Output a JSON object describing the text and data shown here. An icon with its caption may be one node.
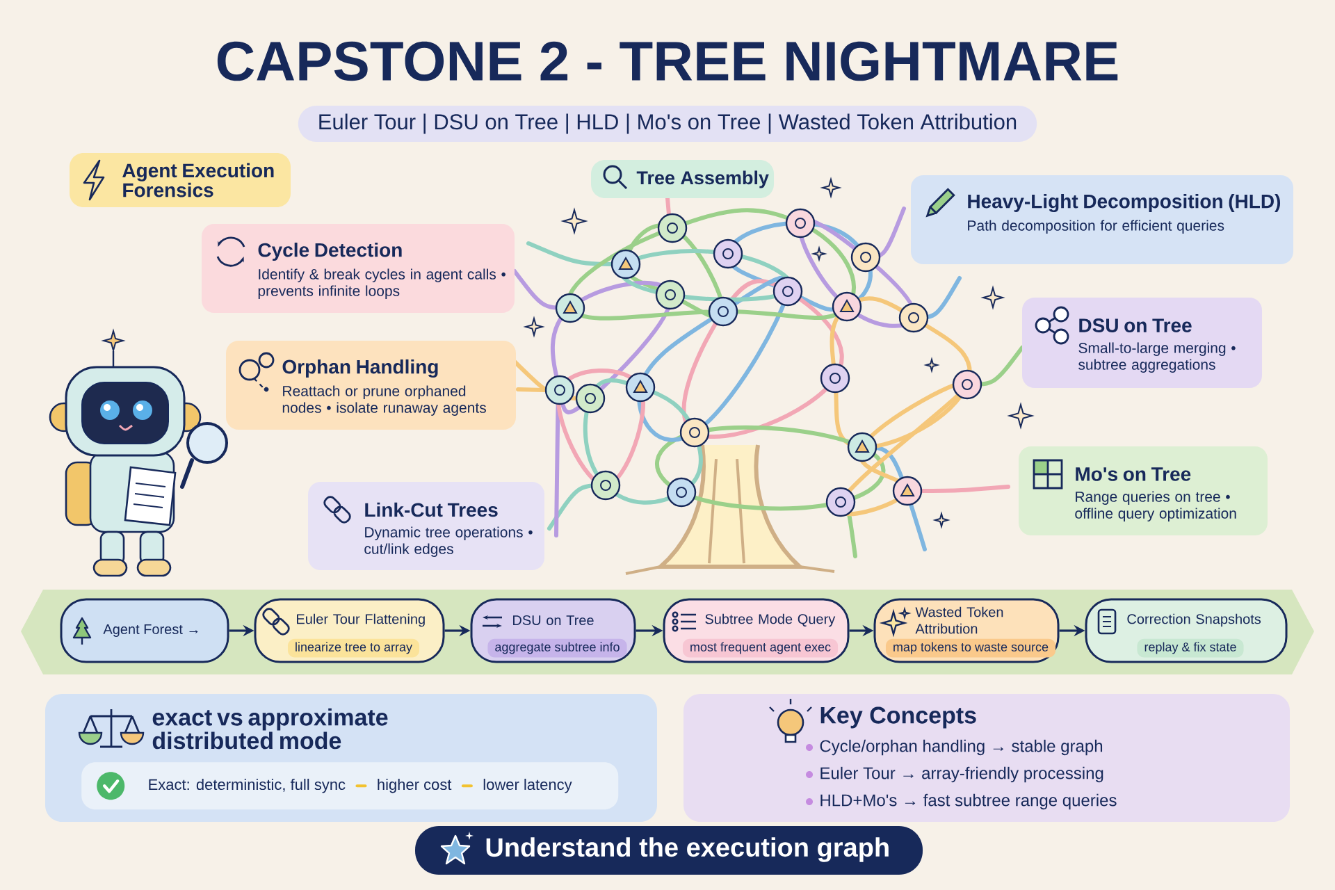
{
  "diagram": {
    "title": "CAPSTONE 2 - TREE NIGHTMARE",
    "nodes": [
      {
        "text": [
          "Agent Execution Forensics"
        ]
      },
      {
        "text": [
          "Tree Assembly"
        ]
      },
      {
        "text": [
          "Cycle Detection",
          "Identify & break cycles in agent calls • prevents infinite loops"
        ]
      },
      {
        "text": [
          "Orphan Handling",
          "Reattach or prune orphaned nodes • isolate runaway agents"
        ]
      },
      {
        "text": [
          "Link-Cut Trees",
          "Dynamic tree operations • cut/link edges"
        ]
      },
      {
        "text": [
          "Heavy-Light Decomposition (HLD)",
          "Path decomposition for efficient queries"
        ]
      },
      {
        "text": [
          "DSU on Tree",
          "Small-to-large merging • subtree aggregations"
        ]
      },
      {
        "text": [
          "Mo's on Tree",
          "Range queries on tree • offline query optimization"
        ]
      },
      {
        "text": [
          "Agent Forest →"
        ]
      },
      {
        "text": [
          "Euler Tour Flattening",
          "linearize tree to array"
        ]
      },
      {
        "text": [
          "DSU on Tree",
          "aggregate subtree info"
        ]
      },
      {
        "text": [
          "Subtree Mode Query",
          "most frequent agent exec"
        ]
      },
      {
        "text": [
          "Wasted Token Attribution",
          "map tokens to waste source"
        ]
      },
      {
        "text": [
          "Correction Snapshots",
          "replay & fix state"
        ]
      },
      {
        "text": [
          "exact vs approximate distributed mode"
        ]
      },
      {
        "text": [
          "Exact: deterministic, full sync",
          "higher cost",
          "lower latency"
        ],
        "in": 14
      },
      {
        "text": [
          "Key Concepts",
          "Cycle/orphan handling → stable graph",
          "Euler Tour → array-friendly processing",
          "HLD+Mo's → fast subtree range queries"
        ]
      },
      {
        "text": [
          "Understand the execution graph"
        ]
      }
    ],
    "edges": [
      {
        "from": 8,
        "to": 9,
        "arrow": "to"
      },
      {
        "from": 9,
        "to": 10,
        "arrow": "to"
      },
      {
        "from": 10,
        "to": 11,
        "arrow": "to"
      },
      {
        "from": 11,
        "to": 12,
        "arrow": "to"
      },
      {
        "from": 12,
        "to": 13,
        "arrow": "to"
      }
    ],
    "labels": [
      "Euler Tour | DSU on Tree | HLD | Mo's on Tree | Wasted Token Attribution"
    ]
  }
}
